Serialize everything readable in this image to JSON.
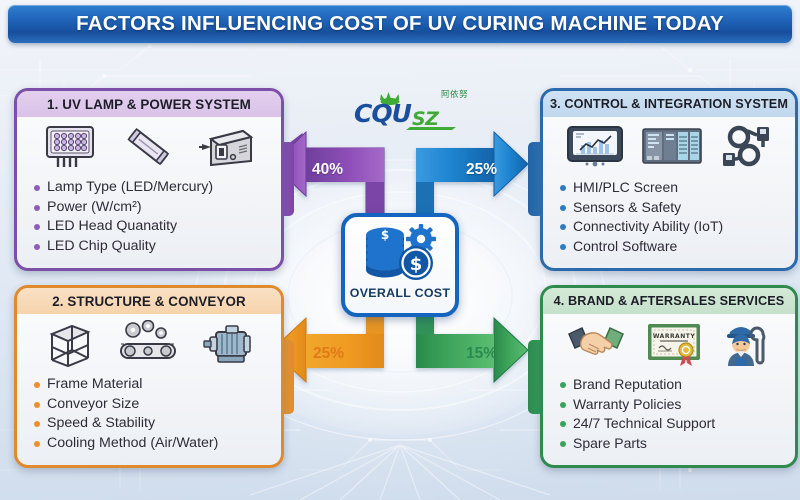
{
  "header": {
    "title": "FACTORS INFLUENCING COST OF UV CURING MACHINE TODAY",
    "bar_color": "#1f63b8",
    "text_color": "#ffffff"
  },
  "logo": {
    "text_primary": "CQU",
    "text_secondary": "SZ",
    "text_chinese": "阿依努",
    "colors": {
      "blue": "#1b4f9c",
      "green": "#3faa35"
    },
    "icon": "leaf-sun-icon"
  },
  "center": {
    "label": "OVERALL COST",
    "icon": "coins-stack-gear-dollar-icon",
    "accent_color": "#1565c0"
  },
  "quadrants": [
    {
      "id": "card1",
      "number": "1.",
      "title": "1. UV LAMP & POWER SYSTEM",
      "accent_color": "#8e5cba",
      "header_bg": "#d9c2e8",
      "icons": [
        "led-lamp-array-icon",
        "uv-tube-lamp-icon",
        "power-supply-unit-icon"
      ],
      "items": [
        "Lamp Type (LED/Mercury)",
        "Power (W/cm²)",
        "LED Head Quanatity",
        "LED Chip Quality"
      ]
    },
    {
      "id": "card2",
      "number": "2.",
      "title": "2. STRUCTURE & CONVEYOR",
      "accent_color": "#ec8f2a",
      "header_bg": "#f6d4ac",
      "icons": [
        "steel-frame-icon",
        "conveyor-belt-gears-icon",
        "electric-motor-icon"
      ],
      "items": [
        "Frame Material",
        "Conveyor Size",
        "Speed & Stability",
        "Cooling Method (Air/Water)"
      ]
    },
    {
      "id": "card3",
      "number": "3.",
      "title": "3. CONTROL & INTEGRATION SYSTEM",
      "accent_color": "#2f7ac0",
      "header_bg": "#c0d7ee",
      "icons": [
        "hmi-touch-screen-icon",
        "plc-module-icon",
        "usb-cable-icon"
      ],
      "items": [
        "HMI/PLC Screen",
        "Sensors & Safety",
        "Connectivity Ability (IoT)",
        "Control Software"
      ]
    },
    {
      "id": "card4",
      "number": "4.",
      "title": "4. BRAND & AFTERSALES SERVICES",
      "accent_color": "#39a35c",
      "header_bg": "#c5e1cb",
      "icons": [
        "handshake-icon",
        "warranty-certificate-icon",
        "technician-wrench-icon"
      ],
      "items": [
        "Brand Reputation",
        "Warranty Policies",
        "24/7 Technical Support",
        "Spare Parts"
      ]
    }
  ],
  "arrows": [
    {
      "id": "arrow-top-left",
      "value": "40%",
      "direction": "left",
      "color": "#8e4fb8",
      "target": "1. UV LAMP & POWER SYSTEM"
    },
    {
      "id": "arrow-top-right",
      "value": "25%",
      "direction": "right",
      "color": "#1e84d0",
      "target": "3. CONTROL & INTEGRATION SYSTEM"
    },
    {
      "id": "arrow-bottom-left",
      "value": "25%",
      "direction": "left",
      "color": "#f6a11e",
      "target": "2. STRUCTURE & CONVEYOR"
    },
    {
      "id": "arrow-bottom-right",
      "value": "15%",
      "direction": "right",
      "color": "#44ad5e",
      "target": "4. BRAND & AFTERSALES SERVICES"
    }
  ],
  "chart_data": {
    "type": "pie",
    "title": "FACTORS INFLUENCING COST OF UV CURING MACHINE TODAY",
    "categories": [
      "1. UV LAMP & POWER SYSTEM",
      "2. STRUCTURE & CONVEYOR",
      "3. CONTROL & INTEGRATION SYSTEM",
      "4. BRAND & AFTERSALES SERVICES"
    ],
    "values": [
      40,
      25,
      25,
      15
    ],
    "labels": [
      "40%",
      "25%",
      "25%",
      "15%"
    ],
    "colors": [
      "#8e4fb8",
      "#f6a11e",
      "#1e84d0",
      "#44ad5e"
    ],
    "center_label": "OVERALL COST",
    "xlabel": "",
    "ylabel": "",
    "legend": "none",
    "grid": false
  }
}
